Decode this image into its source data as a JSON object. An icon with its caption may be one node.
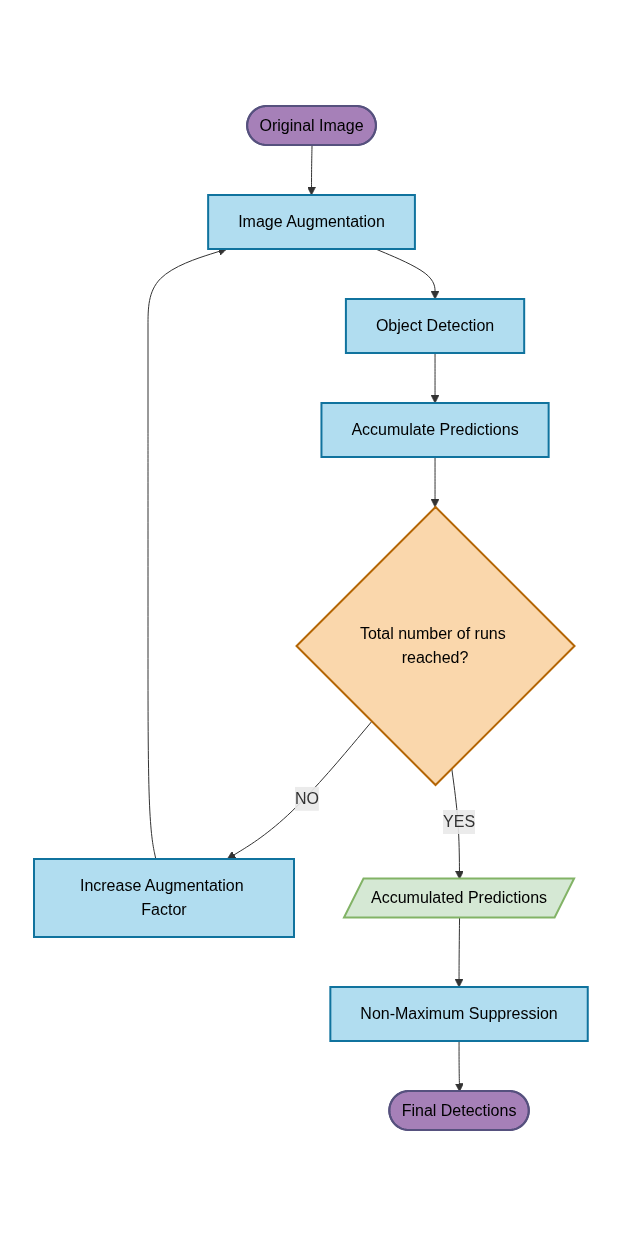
{
  "diagram": {
    "nodes": [
      {
        "text": [
          "Original Image"
        ]
      },
      {
        "text": [
          "Image Augmentation"
        ]
      },
      {
        "text": [
          "Object Detection"
        ]
      },
      {
        "text": [
          "Accumulate Predictions"
        ]
      },
      {
        "text": [
          "Total number of runs reached?"
        ]
      },
      {
        "text": [
          "Increase Augmentation Factor"
        ]
      },
      {
        "text": [
          "Accumulated Predictions"
        ]
      },
      {
        "text": [
          "Non-Maximum Suppression"
        ]
      },
      {
        "text": [
          "Final Detections"
        ]
      }
    ],
    "edges": [
      {
        "from": 0,
        "to": 1,
        "arrow": "to"
      },
      {
        "from": 1,
        "to": 2,
        "arrow": "to"
      },
      {
        "from": 2,
        "to": 3,
        "arrow": "to"
      },
      {
        "from": 3,
        "to": 4,
        "arrow": "to"
      },
      {
        "from": 4,
        "to": 5,
        "arrow": "to",
        "label": "NO"
      },
      {
        "from": 5,
        "to": 1,
        "arrow": "to"
      },
      {
        "from": 4,
        "to": 6,
        "arrow": "to",
        "label": "YES"
      },
      {
        "from": 6,
        "to": 7,
        "arrow": "to"
      },
      {
        "from": 7,
        "to": 8,
        "arrow": "to"
      }
    ]
  }
}
